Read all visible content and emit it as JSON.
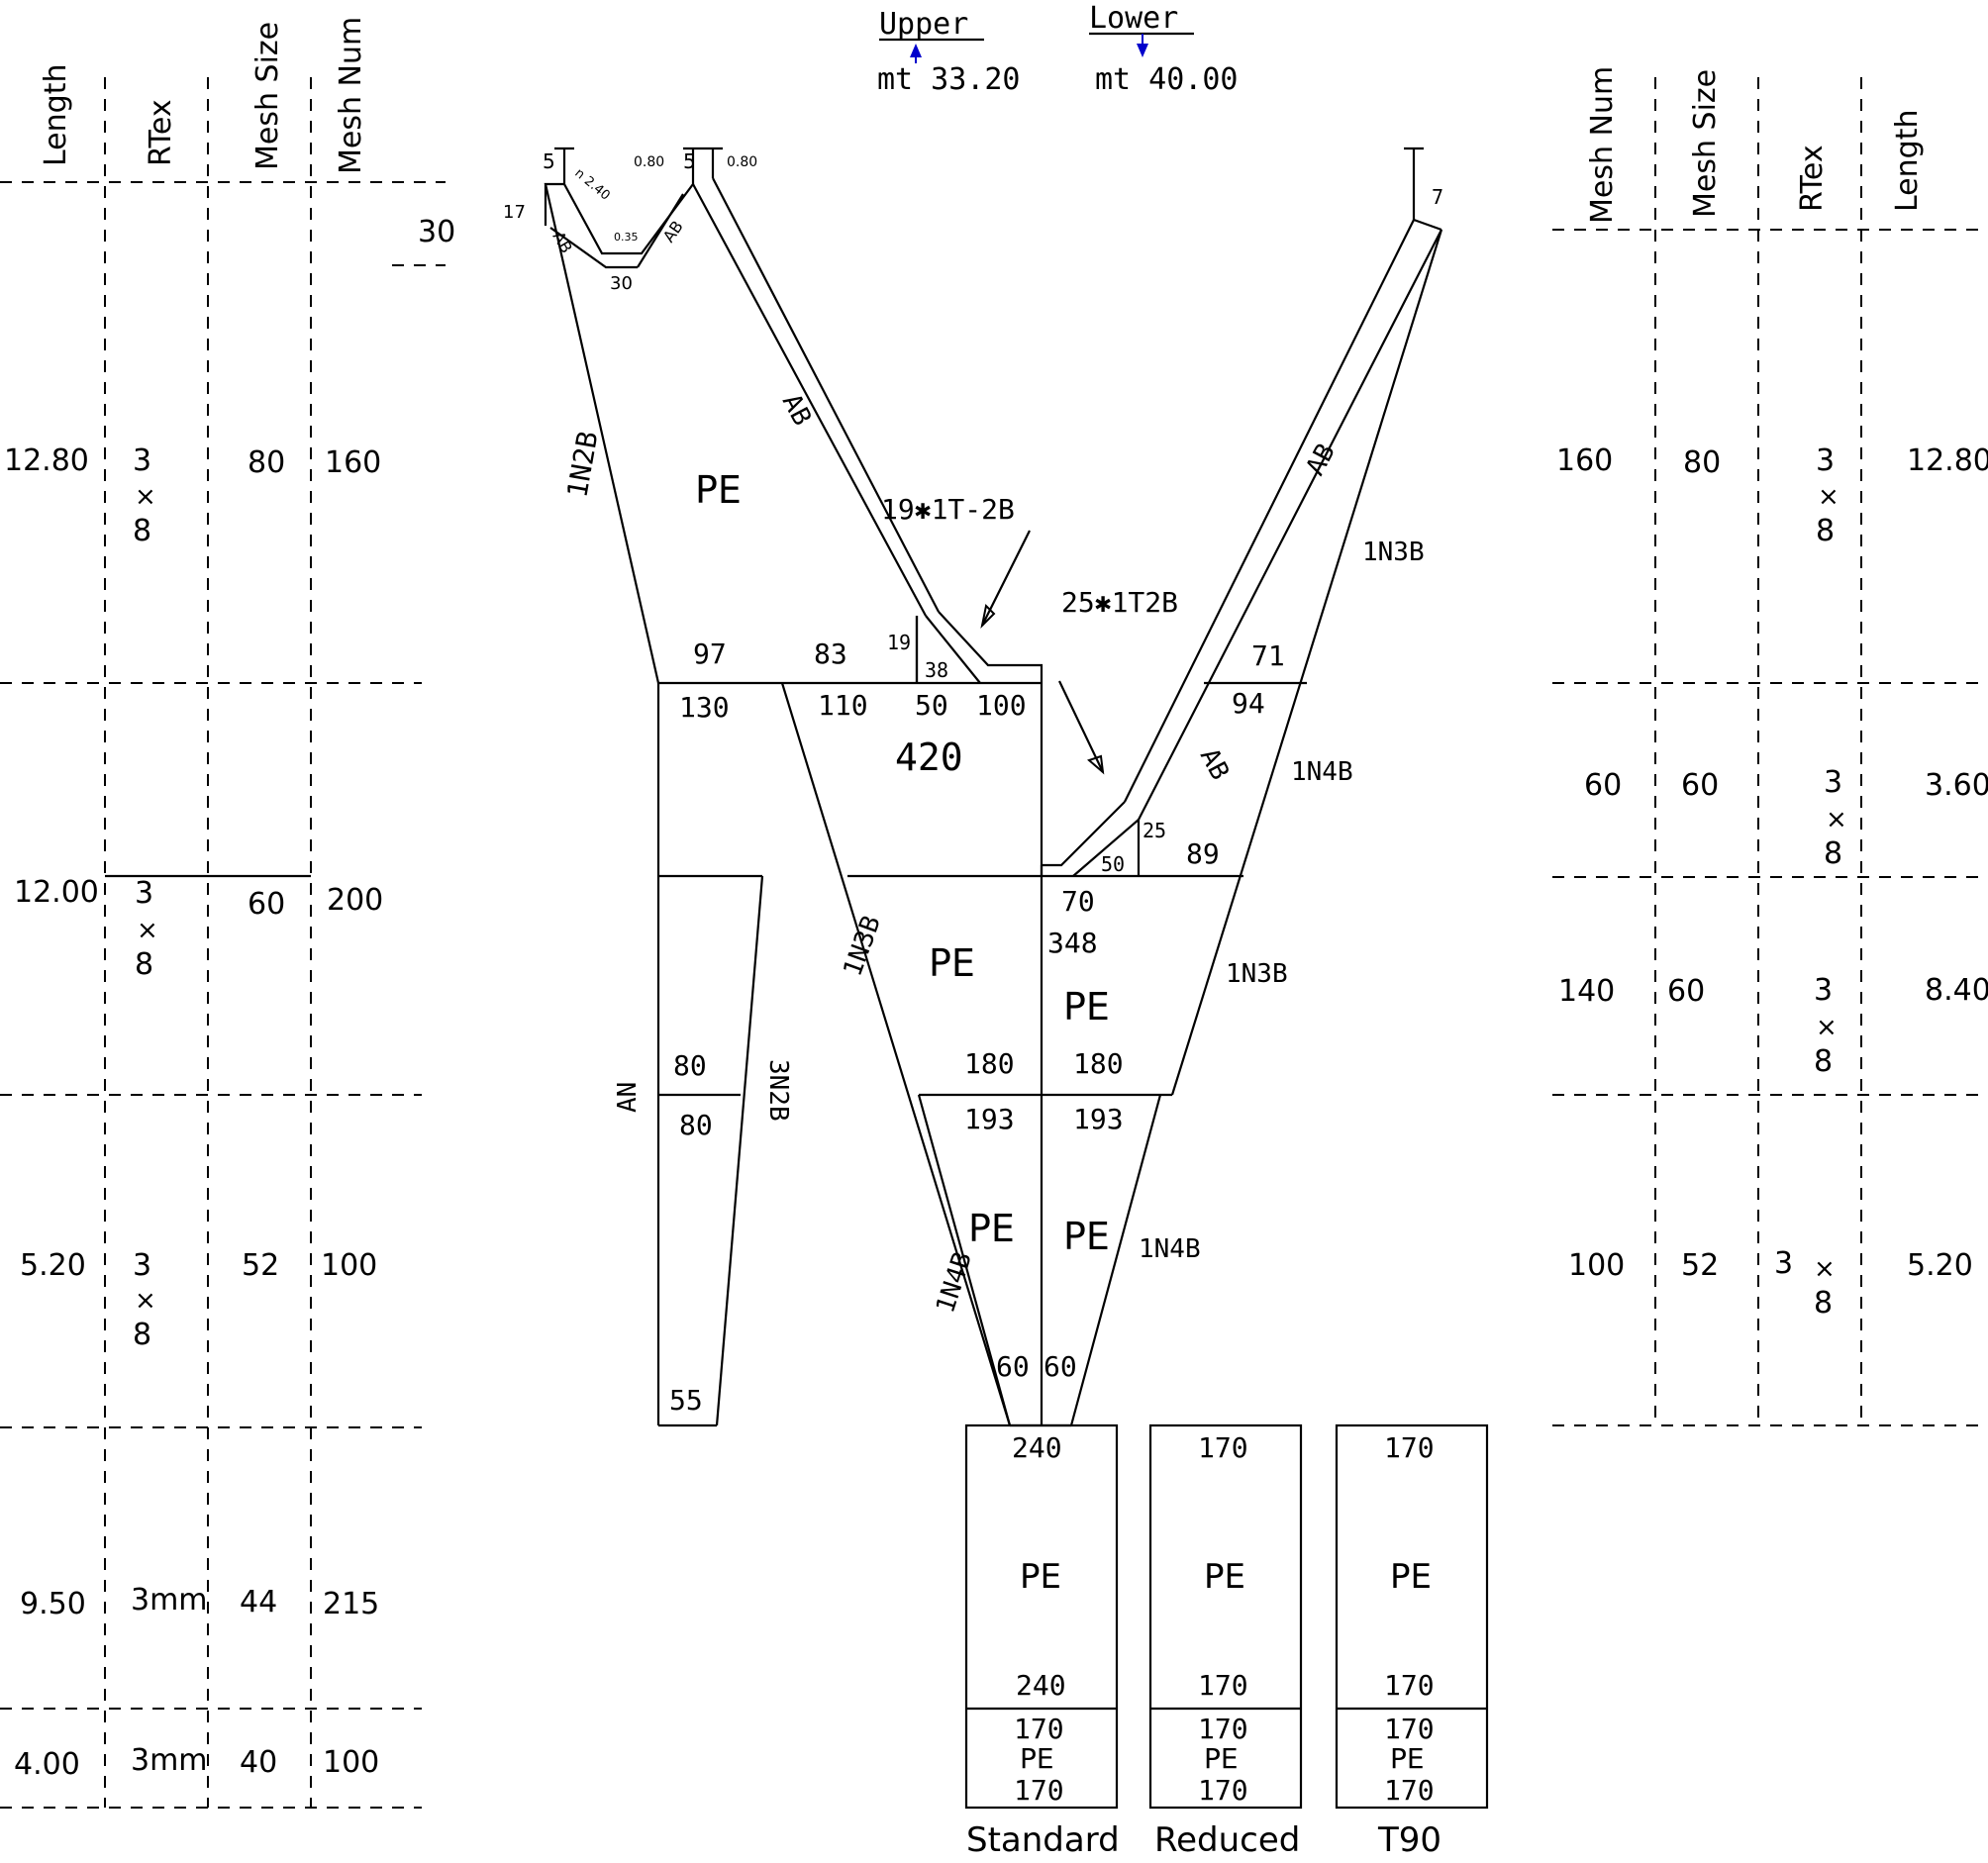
{
  "header": {
    "upper_label": "Upper",
    "upper_value": "mt 33.20",
    "lower_label": "Lower",
    "lower_value": "mt 40.00",
    "arrow_color": "#0000cc"
  },
  "left_table": {
    "headers": [
      "Length",
      "RTex",
      "Mesh Size",
      "Mesh Num"
    ],
    "extra_top_value": "30",
    "rows": [
      {
        "length": "12.80",
        "rtex": [
          "3",
          "×",
          "8"
        ],
        "mesh_size": "80",
        "mesh_num": "160"
      },
      {
        "length": "12.00",
        "rtex": [
          "3",
          "×",
          "8"
        ],
        "mesh_size": "60",
        "mesh_num": "200"
      },
      {
        "length": "5.20",
        "rtex": [
          "3",
          "×",
          "8"
        ],
        "mesh_size": "52",
        "mesh_num": "100"
      },
      {
        "length": "9.50",
        "rtex": [
          "3mm"
        ],
        "mesh_size": "44",
        "mesh_num": "215"
      },
      {
        "length": "4.00",
        "rtex": [
          "3mm"
        ],
        "mesh_size": "40",
        "mesh_num": "100"
      }
    ]
  },
  "right_table": {
    "headers": [
      "Mesh Num",
      "Mesh Size",
      "RTex",
      "Length"
    ],
    "rows": [
      {
        "mesh_num": "160",
        "mesh_size": "80",
        "rtex": [
          "3",
          "×",
          "8"
        ],
        "length": "12.80"
      },
      {
        "mesh_num": "60",
        "mesh_size": "60",
        "rtex": [
          "3",
          "×",
          "8"
        ],
        "length": "3.60"
      },
      {
        "mesh_num": "140",
        "mesh_size": "60",
        "rtex": [
          "3",
          "×",
          "8"
        ],
        "length": "8.40"
      },
      {
        "mesh_num": "100",
        "mesh_size": "52",
        "rtex": [
          "3",
          "×",
          "8"
        ],
        "length": "5.20"
      }
    ]
  },
  "diagram": {
    "top_small": {
      "n5a": "5",
      "n5b": "5",
      "n080a": "0.80",
      "n080b": "0.80",
      "n17": "17",
      "n240": "n 2.40",
      "n035": "0.35",
      "n30": "30",
      "ab1": "AB",
      "ab2": "AB"
    },
    "cut_labels": {
      "n1n2b": "1N2B",
      "ab_upper": "AB",
      "cut_19": "19✱1T-2B",
      "cut_25": "25✱1T2B",
      "ab_right": "AB",
      "n1n3b_r": "1N3B",
      "ab_right2": "AB",
      "n1n4b_r": "1N4B",
      "n1n3b_r2": "1N3B",
      "n1n3b_l": "1N3B",
      "n3n2b": "3N2B",
      "an": "AN",
      "n1n4b_l": "1N4B",
      "n1n4b_r3": "1N4B"
    },
    "numbers": {
      "n7": "7",
      "n97": "97",
      "n83": "83",
      "n19": "19",
      "n38": "38",
      "n71": "71",
      "n130": "130",
      "n110": "110",
      "n50": "50",
      "n100": "100",
      "n94": "94",
      "n420": "420",
      "n25": "25",
      "n50b": "50",
      "n89": "89",
      "n70": "70",
      "n348": "348",
      "n80a": "80",
      "n80b": "80",
      "n180a": "180",
      "n180b": "180",
      "n193a": "193",
      "n193b": "193",
      "n60a": "60",
      "n60b": "60",
      "n55": "55"
    },
    "pe_labels": {
      "pe_upper": "PE",
      "pe_lower_left": "PE",
      "pe_lower_right": "PE",
      "pe_bl": "PE",
      "pe_br": "PE"
    }
  },
  "codends": [
    {
      "name": "Standard",
      "top": "240",
      "mid": "PE",
      "bottom": "240",
      "ext_top": "170",
      "ext_mid": "PE",
      "ext_bottom": "170"
    },
    {
      "name": "Reduced",
      "top": "170",
      "mid": "PE",
      "bottom": "170",
      "ext_top": "170",
      "ext_mid": "PE",
      "ext_bottom": "170"
    },
    {
      "name": "T90",
      "top": "170",
      "mid": "PE",
      "bottom": "170",
      "ext_top": "170",
      "ext_mid": "PE",
      "ext_bottom": "170"
    }
  ]
}
